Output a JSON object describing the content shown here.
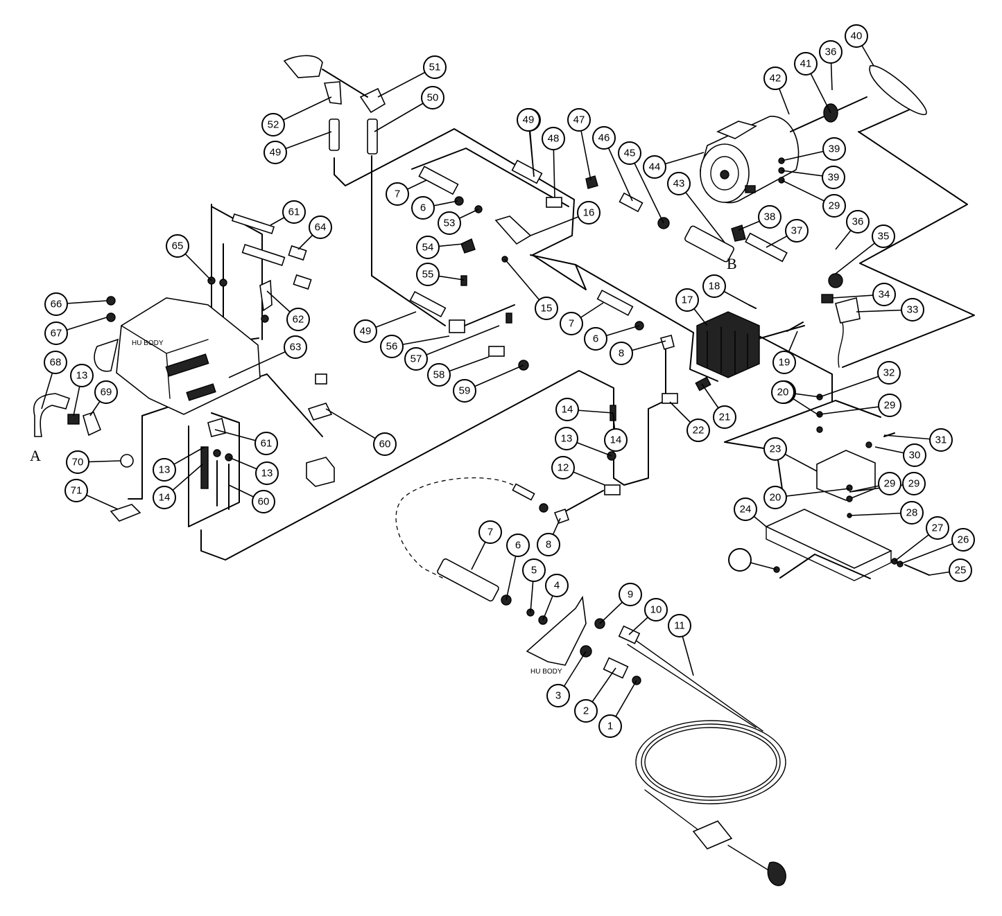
{
  "diagram": {
    "part_labels": [
      "1",
      "2",
      "3",
      "4",
      "5",
      "6",
      "7",
      "8",
      "9",
      "10",
      "11",
      "12",
      "13",
      "14",
      "15",
      "16",
      "17",
      "18",
      "19",
      "20",
      "21",
      "22",
      "23",
      "24",
      "25",
      "26",
      "27",
      "28",
      "29",
      "30",
      "31",
      "32",
      "33",
      "34",
      "35",
      "36",
      "37",
      "38",
      "39",
      "40",
      "41",
      "42",
      "43",
      "44",
      "45",
      "46",
      "47",
      "48",
      "49",
      "50",
      "51",
      "52",
      "53",
      "54",
      "55",
      "56",
      "57",
      "58",
      "59",
      "60",
      "61",
      "62",
      "63",
      "64",
      "65",
      "66",
      "67",
      "68",
      "69",
      "70",
      "71"
    ],
    "body_label_left": "HU BODY",
    "body_label_bottom": "HU BODY",
    "marker_a": "A",
    "marker_b": "B"
  }
}
